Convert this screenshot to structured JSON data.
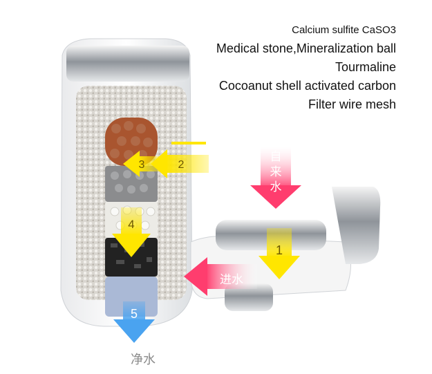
{
  "layers": [
    "Calcium sulfite CaSO3",
    "Medical stone,Mineralization ball",
    "Tourmaline",
    "Cocoanut shell activated carbon",
    "Filter wire mesh"
  ],
  "step_numbers": [
    "1",
    "2",
    "3",
    "4",
    "5"
  ],
  "chinese_labels": {
    "tap_water": [
      "自",
      "来",
      "水"
    ],
    "water_in": "进水",
    "clean_water": "净水"
  },
  "colors": {
    "tap_water_arrow": "#ff3d6e",
    "flow_arrow": "#ffe600",
    "outlet_arrow": "#4aa3f0",
    "chrome": "#b9bec4"
  }
}
